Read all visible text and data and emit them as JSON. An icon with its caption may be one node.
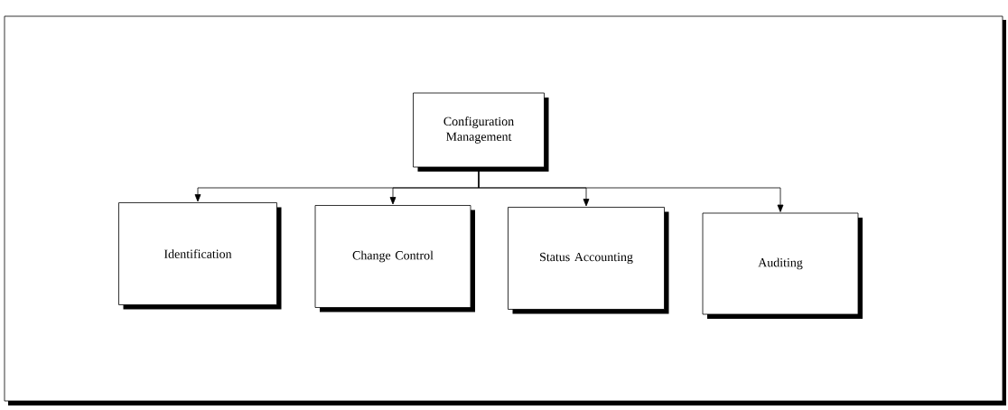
{
  "diagram": {
    "nodes": [
      {
        "text": [
          "Configuration Management"
        ]
      },
      {
        "text": [
          "Identification"
        ]
      },
      {
        "text": [
          "Change Control"
        ]
      },
      {
        "text": [
          "Status Accounting"
        ]
      },
      {
        "text": [
          "Auditing"
        ]
      }
    ],
    "edges": [
      {
        "from": 0,
        "to": 1,
        "arrow": "to"
      },
      {
        "from": 0,
        "to": 2,
        "arrow": "to"
      },
      {
        "from": 0,
        "to": 3,
        "arrow": "to"
      },
      {
        "from": 0,
        "to": 4,
        "arrow": "to"
      }
    ]
  }
}
